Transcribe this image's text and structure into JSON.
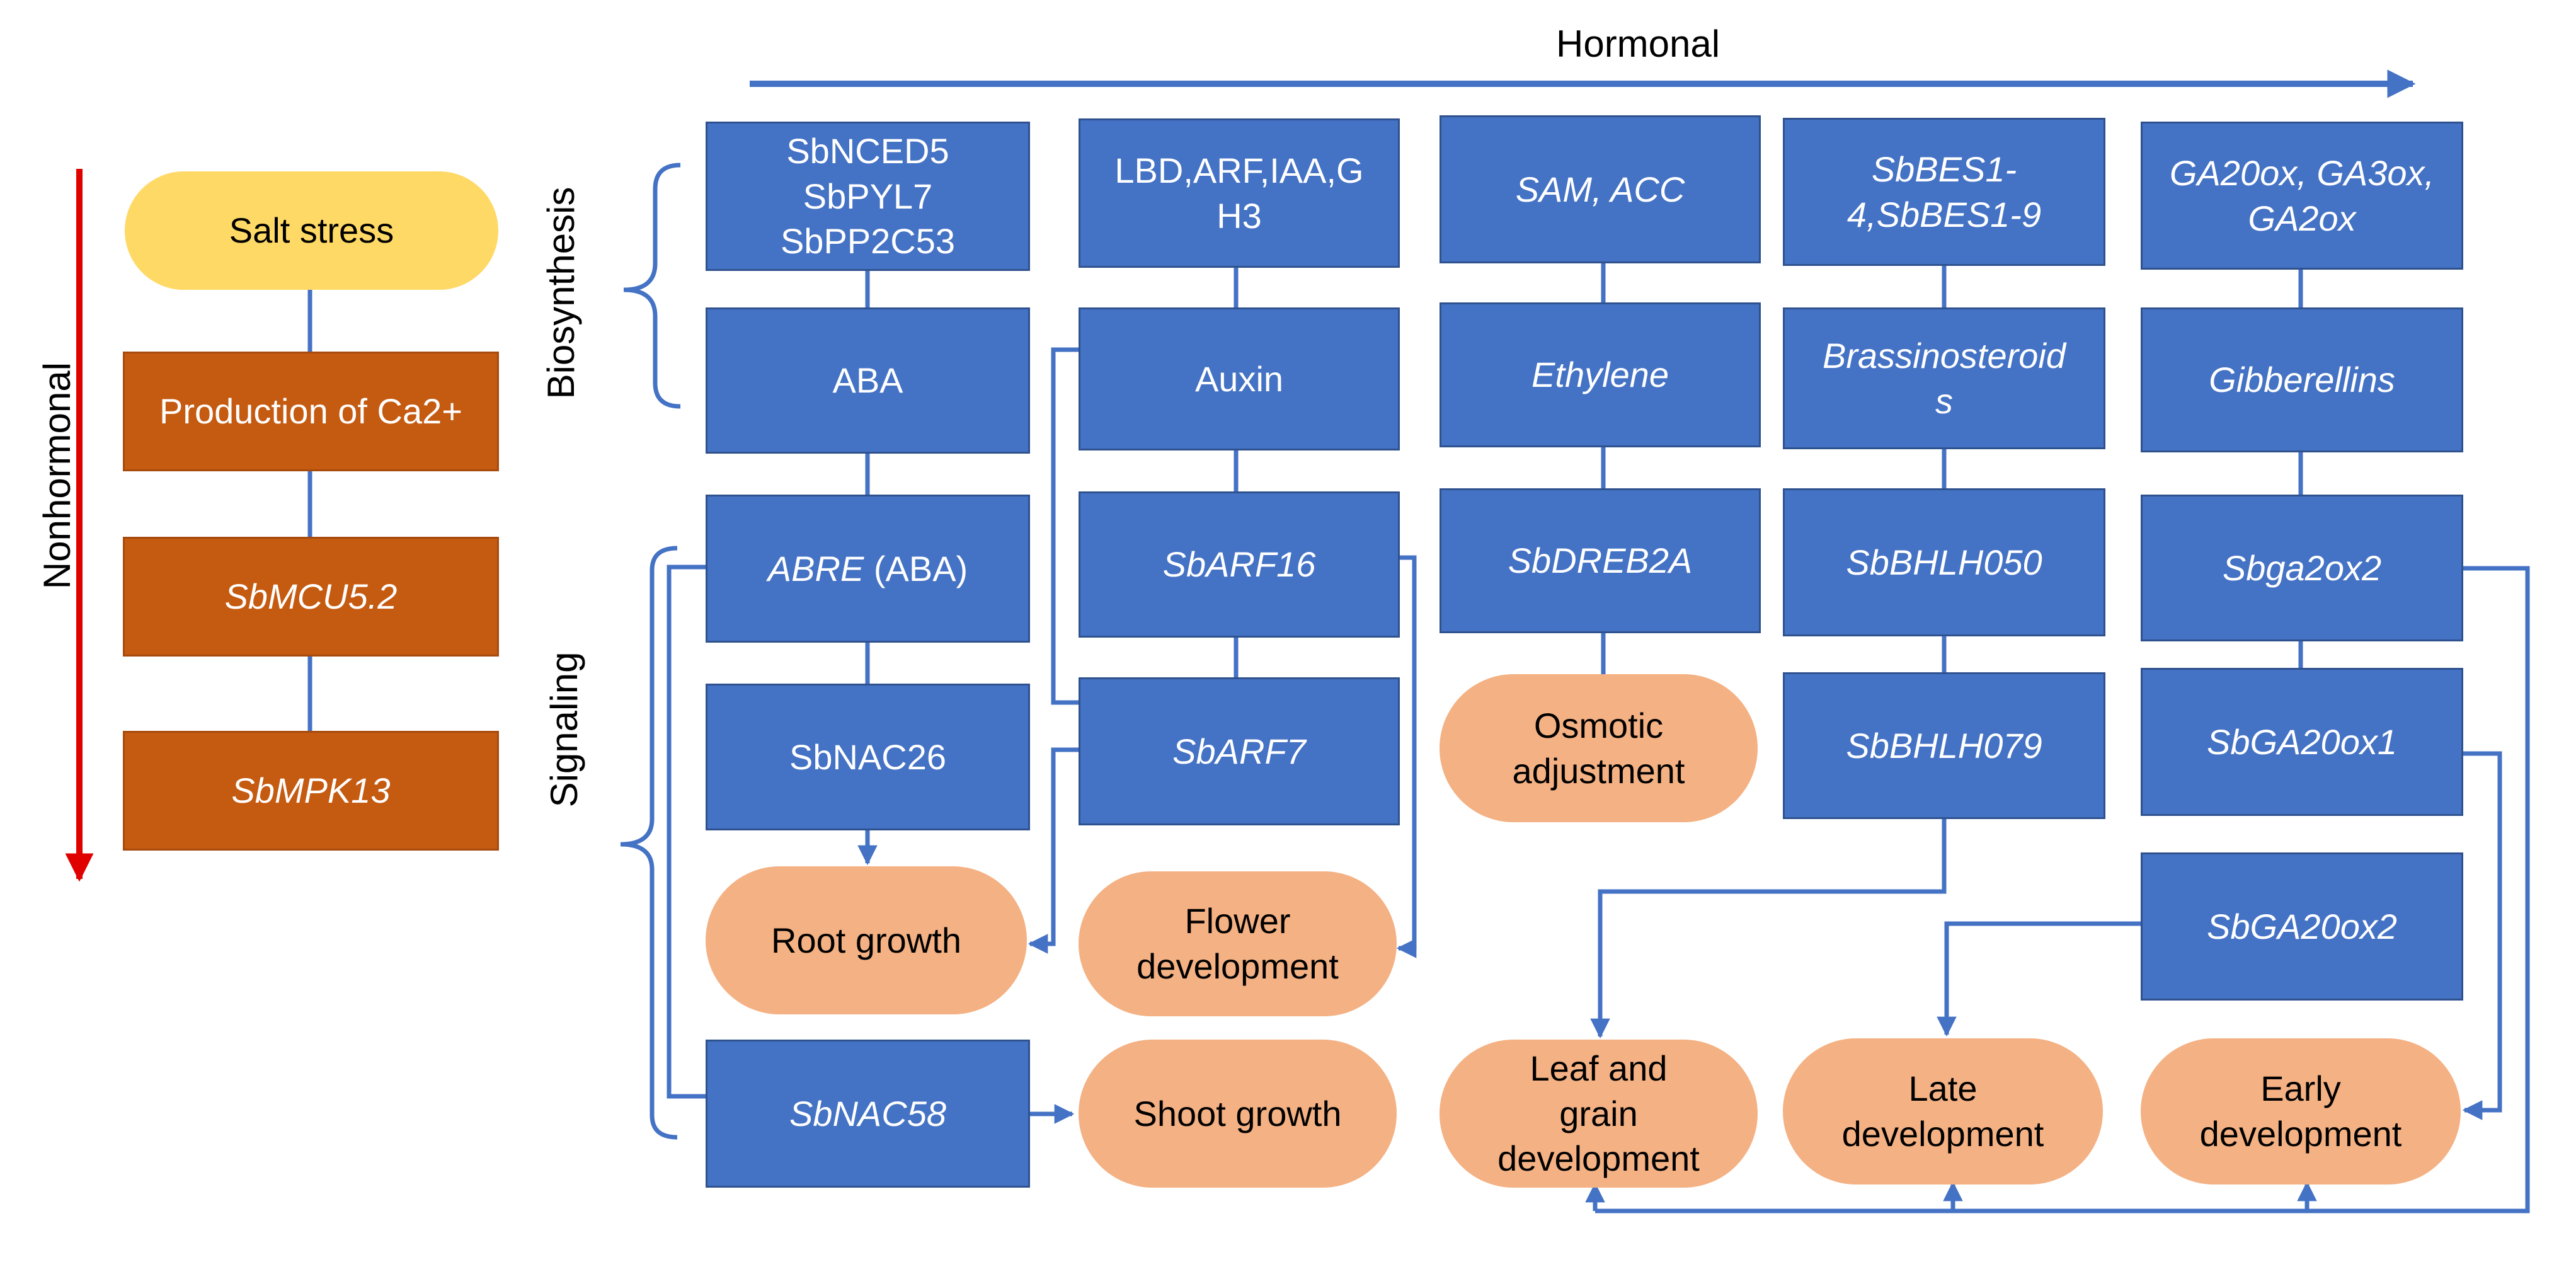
{
  "colors": {
    "process_blue": "#4472c4",
    "outcome_orange": "#f4b183",
    "nonhormonal_rust": "#c55a11",
    "stress_yellow": "#ffd966",
    "arrow_blue": "#4472c4",
    "arrow_red": "#e00000"
  },
  "labels": {
    "hormonal": "Hormonal",
    "nonhormonal": "Nonhormonal",
    "biosynthesis": "Biosynthesis",
    "signaling": "Signaling"
  },
  "nonhormonal": {
    "salt_stress": "Salt stress",
    "production_ca": "Production of Ca2+",
    "sbmcu": "SbMCU5.2",
    "sbmpk13": "SbMPK13"
  },
  "aba": {
    "genes": "SbNCED5\nSbPYL7\nSbPP2C53",
    "hormone": "ABA",
    "abre_italic": "ABRE",
    "abre_suffix": " (ABA)",
    "sbnac26": "SbNAC26",
    "root_growth": "Root growth",
    "sbnac58": "SbNAC58",
    "shoot_growth": "Shoot growth"
  },
  "auxin": {
    "genes": "LBD,ARF,IAA,G\nH3",
    "hormone": "Auxin",
    "sbarf16": "SbARF16",
    "sbarf7": "SbARF7",
    "flower_development": "Flower\ndevelopment"
  },
  "ethylene": {
    "genes": "SAM, ACC",
    "hormone": "Ethylene",
    "sbdreb2a": "SbDREB2A",
    "osmotic_adjustment": "Osmotic\nadjustment"
  },
  "brassinosteroids": {
    "genes": "SbBES1-\n4,SbBES1-9",
    "hormone": "Brassinosteroid\ns",
    "sbbhlh050": "SbBHLH050",
    "sbbhlh079": "SbBHLH079",
    "leaf_grain": "Leaf and\ngrain\ndevelopment",
    "late_development": "Late\ndevelopment"
  },
  "gibberellins": {
    "genes": "GA20ox, GA3ox,\nGA2ox",
    "hormone": "Gibberellins",
    "sbga2ox2": "Sbga2ox2",
    "sbga20ox1": "SbGA20ox1",
    "sbga20ox2": "SbGA20ox2",
    "early_development": "Early\ndevelopment"
  }
}
